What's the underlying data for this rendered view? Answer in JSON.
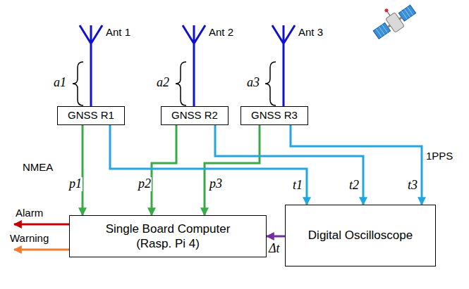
{
  "diagram": {
    "nodes": [
      {
        "text": [
          "GNSS R1"
        ]
      },
      {
        "text": [
          "GNSS R2"
        ]
      },
      {
        "text": [
          "GNSS R3"
        ]
      },
      {
        "text": [
          "Single Board Computer (Rasp. Pi 4)"
        ]
      },
      {
        "text": [
          "Digital Oscilloscope"
        ]
      }
    ],
    "edges": [
      {
        "from": 0,
        "to": 3,
        "arrow": "to",
        "label": "p1"
      },
      {
        "from": 1,
        "to": 3,
        "arrow": "to",
        "label": "p2"
      },
      {
        "from": 2,
        "to": 3,
        "arrow": "to",
        "label": "p3"
      },
      {
        "from": 0,
        "to": 4,
        "arrow": "to",
        "label": "t1"
      },
      {
        "from": 1,
        "to": 4,
        "arrow": "to",
        "label": "t2"
      },
      {
        "from": 2,
        "to": 4,
        "arrow": "to",
        "label": "t3"
      },
      {
        "from": 4,
        "to": 3,
        "arrow": "to",
        "label": "Δt"
      }
    ],
    "labels": [
      "Ant 1",
      "Ant 2",
      "Ant 3",
      "a1",
      "a2",
      "a3",
      "NMEA",
      "1PPS",
      "Alarm",
      "Warning"
    ]
  }
}
